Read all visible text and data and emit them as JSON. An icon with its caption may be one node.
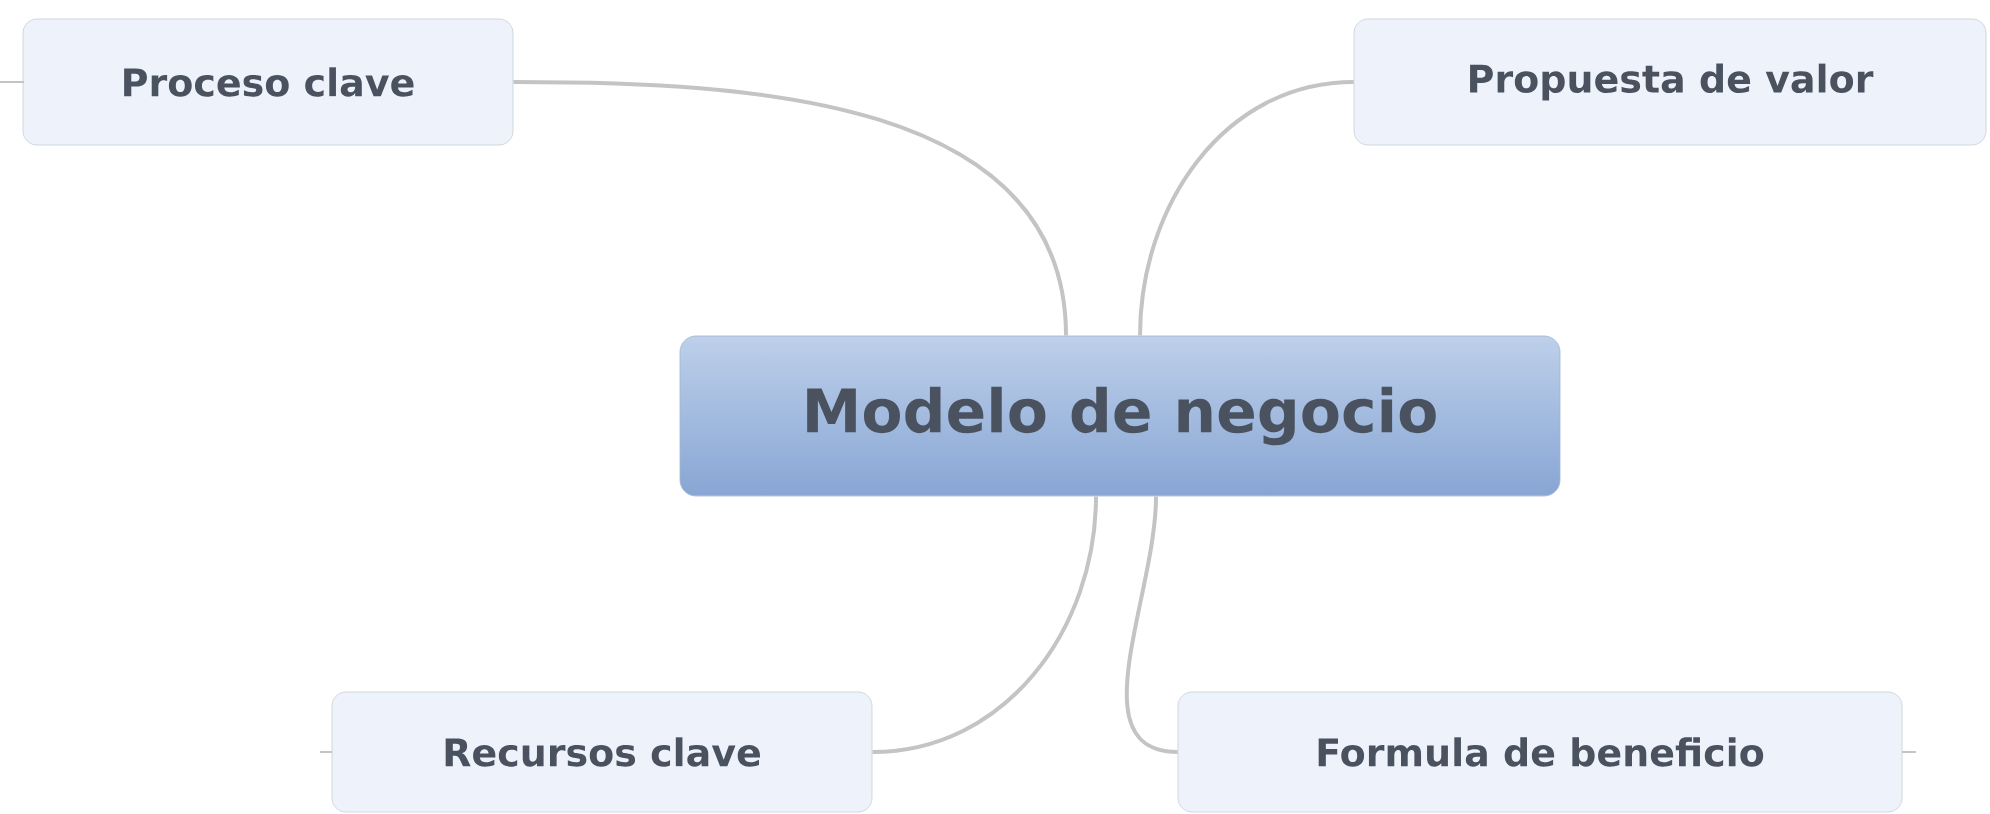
{
  "diagram": {
    "nodes": [
      {
        "text": [
          "Modelo de negocio"
        ]
      },
      {
        "text": [
          "Proceso clave"
        ]
      },
      {
        "text": [
          "Propuesta de valor"
        ]
      },
      {
        "text": [
          "Recursos clave"
        ]
      },
      {
        "text": [
          "Formula de beneficio"
        ]
      }
    ],
    "edges": [
      {
        "from": 0,
        "to": 1,
        "arrow": "none"
      },
      {
        "from": 0,
        "to": 2,
        "arrow": "none"
      },
      {
        "from": 0,
        "to": 3,
        "arrow": "none"
      },
      {
        "from": 0,
        "to": 4,
        "arrow": "none"
      }
    ]
  }
}
